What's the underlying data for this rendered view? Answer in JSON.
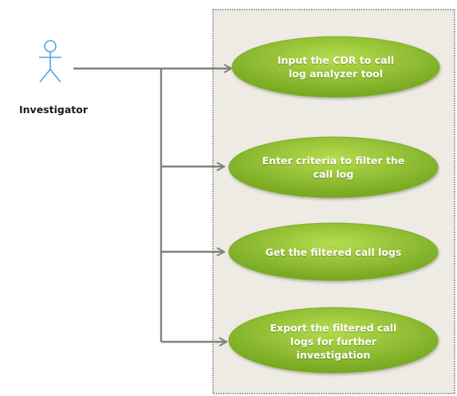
{
  "actor": {
    "name": "Investigator"
  },
  "use_cases": [
    {
      "label": "Input the CDR to call log analyzer tool"
    },
    {
      "label": "Enter criteria to filter the call log"
    },
    {
      "label": "Get the filtered call logs"
    },
    {
      "label": "Export the filtered call logs for further investigation"
    }
  ],
  "colors": {
    "system_boundary_fill": "#edebe3",
    "system_boundary_border": "#333333",
    "connector": "#808080",
    "actor_stroke": "#4aa8e0",
    "use_case_light": "#b6dc4e",
    "use_case_dark": "#6fa21c"
  }
}
